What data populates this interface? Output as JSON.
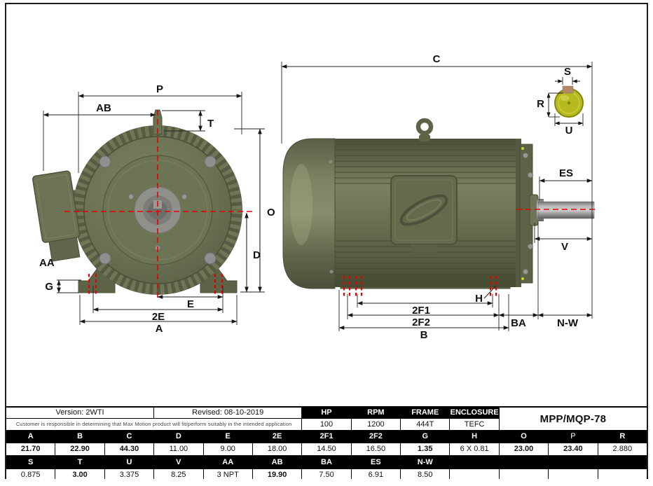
{
  "drawing": {
    "labels": {
      "p": "P",
      "ab": "AB",
      "t": "T",
      "o": "O",
      "d": "D",
      "g": "G",
      "e": "E",
      "twoE": "2E",
      "a": "A",
      "aa": "AA",
      "c": "C",
      "es": "ES",
      "v": "V",
      "twoF1": "2F1",
      "twoF2": "2F2",
      "b": "B",
      "h": "H",
      "ba": "BA",
      "nw": "N-W",
      "s": "S",
      "r": "R",
      "u": "U"
    },
    "colors": {
      "motor_body": "#6b7153",
      "dimension_red": "#e80000",
      "shaft_end_yellow": "#b6ba1f",
      "keyway_tan": "#b28a69",
      "table_header_bg": "#000000"
    }
  },
  "table": {
    "version": "Version: 2WTI",
    "revised": "Revised: 08-10-2019",
    "disclaimer": "Customer is responsible in determining that Max Motion product will fit/perform suitably in the intended application",
    "model": "MPP/MQP-78",
    "motor_specs": {
      "headers": [
        "HP",
        "RPM",
        "FRAME",
        "ENCLOSURE"
      ],
      "values": [
        "100",
        "1200",
        "444T",
        "TEFC"
      ]
    },
    "dims_a": {
      "headers": [
        "A",
        "B",
        "C",
        "D",
        "E",
        "2E",
        "2F1",
        "2F2",
        "G",
        "H",
        "O",
        "P",
        "R"
      ],
      "values": [
        "21.70",
        "22.90",
        "44.30",
        "11.00",
        "9.00",
        "18.00",
        "14.50",
        "16.50",
        "1.35",
        "6 X 0.81",
        "23.00",
        "23.40",
        "2.880"
      ]
    },
    "dims_b": {
      "headers": [
        "S",
        "T",
        "U",
        "V",
        "AA",
        "AB",
        "BA",
        "ES",
        "N-W",
        "",
        "",
        "",
        ""
      ],
      "values": [
        "0.875",
        "3.00",
        "3.375",
        "8.25",
        "3 NPT",
        "19.90",
        "7.50",
        "6.91",
        "8.50",
        "",
        "",
        "",
        ""
      ]
    }
  }
}
